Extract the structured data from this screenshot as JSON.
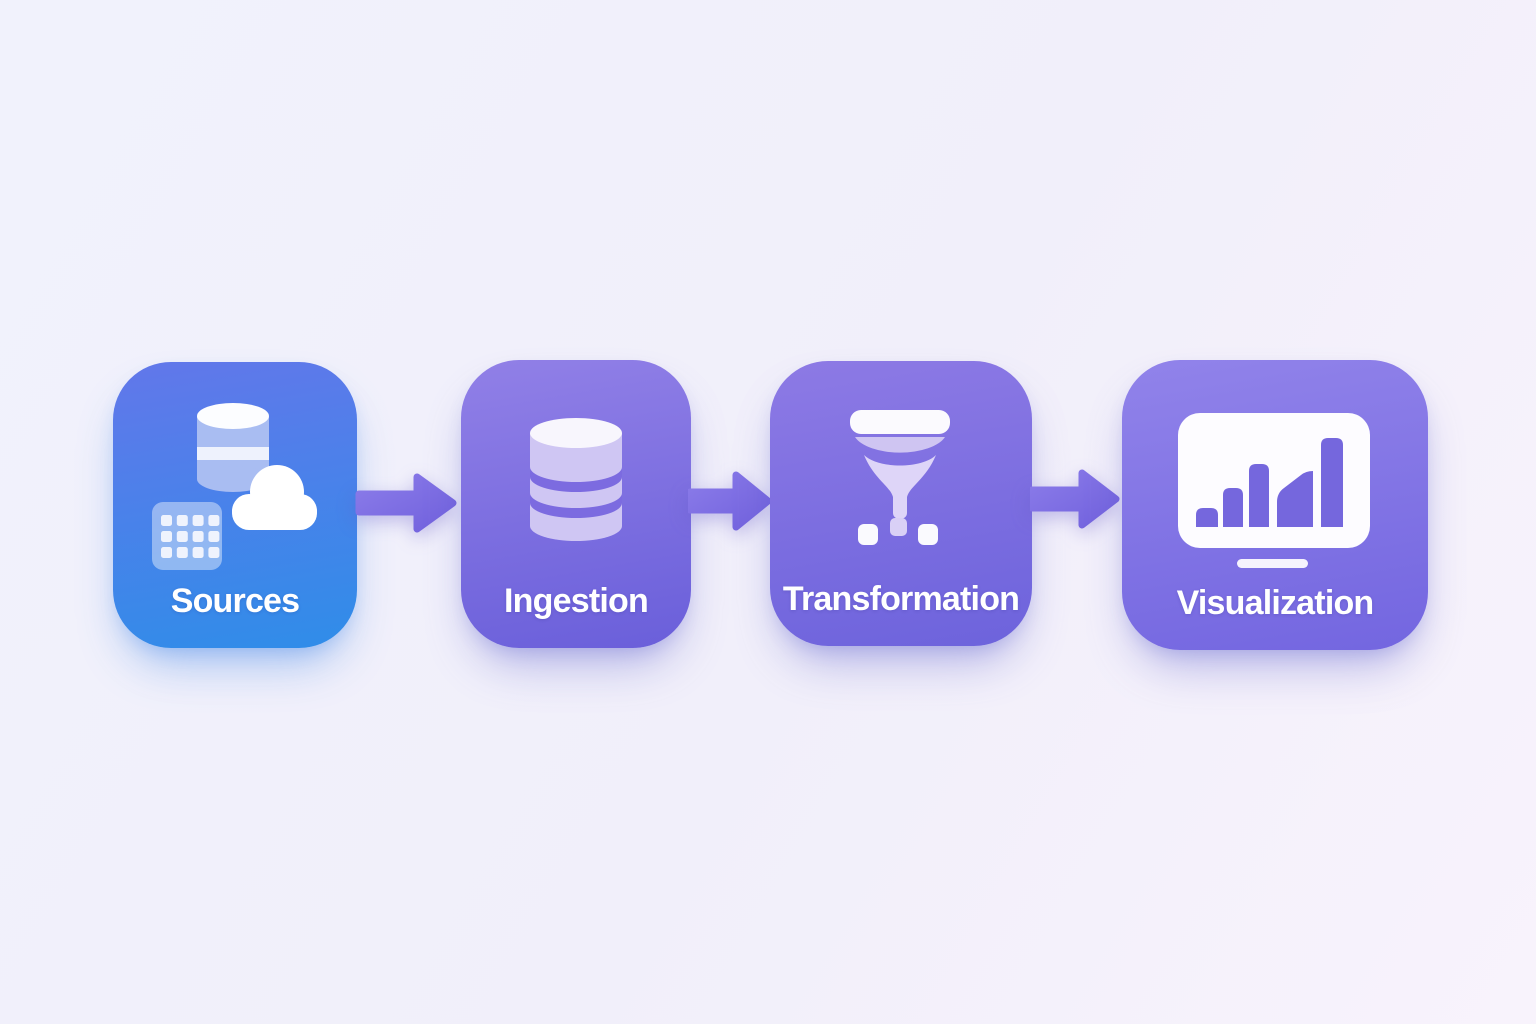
{
  "page": {
    "title": "Data pipeline flow diagram",
    "background_start": "#f1f2fc",
    "background_end": "#f8f3fc"
  },
  "pipeline": {
    "label_color": "#ffffff",
    "connector": {
      "type": "arrow-right",
      "color": "#7b6ce2"
    },
    "stages": [
      {
        "label": "Sources",
        "icons": [
          "database-icon",
          "cloud-icon",
          "table-grid-icon"
        ],
        "gradient": [
          "#6277ea",
          "#2f8de9"
        ],
        "theme": "blue"
      },
      {
        "label": "Ingestion",
        "icons": [
          "database-stack-icon"
        ],
        "gradient": [
          "#9180e7",
          "#6a5fda"
        ],
        "theme": "purple"
      },
      {
        "label": "Transformation",
        "icons": [
          "funnel-icon"
        ],
        "gradient": [
          "#8d7ae5",
          "#6d63dc"
        ],
        "theme": "purple"
      },
      {
        "label": "Visualization",
        "icons": [
          "bar-chart-monitor-icon"
        ],
        "gradient": [
          "#9183ea",
          "#7366e0"
        ],
        "theme": "purple"
      }
    ]
  }
}
